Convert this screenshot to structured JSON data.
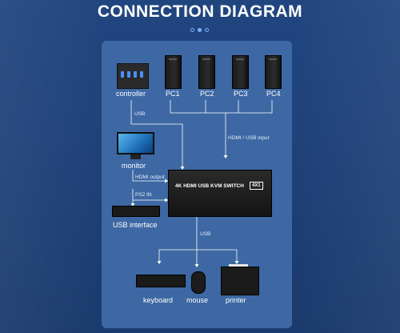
{
  "title": "CONNECTION DIAGRAM",
  "devices": {
    "controller": "controller",
    "pcs": [
      "PC1",
      "PC2",
      "PC3",
      "PC4"
    ],
    "monitor": "monitor",
    "usb_interface": "USB interface",
    "keyboard": "keyboard",
    "mouse": "mouse",
    "printer": "printer"
  },
  "switch": {
    "name": "4K HDMI USB KVM SWITCH",
    "badge": "4X1"
  },
  "connections": {
    "usb_top": "USB",
    "hdmi_usb_input": "HDMI / USB input",
    "hdmi_output": "HDMI output",
    "ps2_in": "PS2 IN",
    "usb_bottom": "USB"
  }
}
